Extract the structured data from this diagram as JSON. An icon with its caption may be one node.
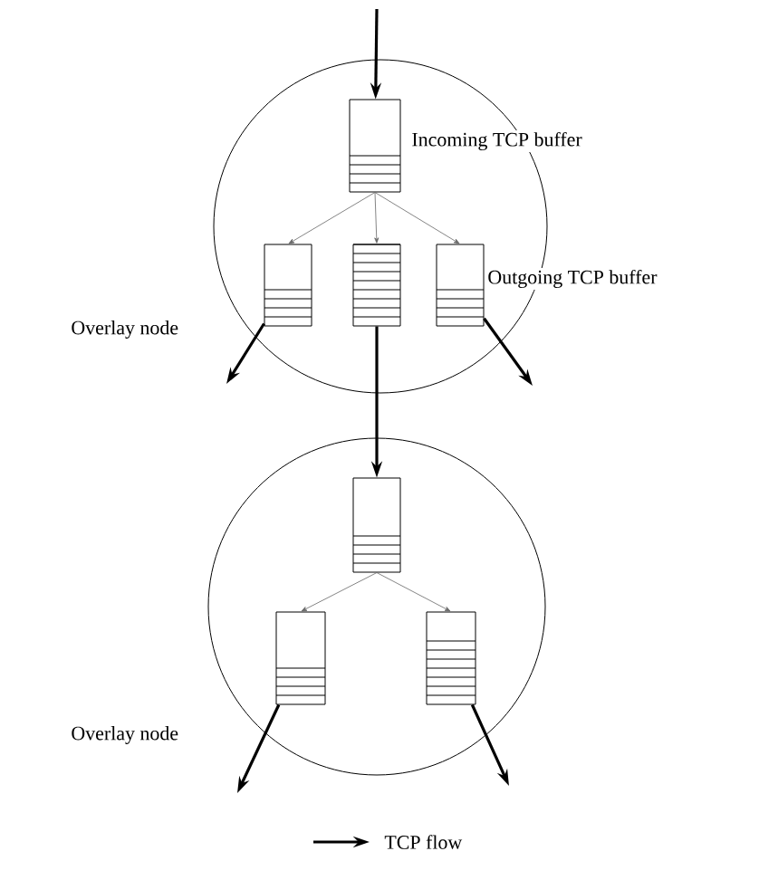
{
  "diagram": {
    "nodes": [
      {
        "text": [],
        "shape": "circle",
        "beside": [
          "Overlay node"
        ]
      },
      {
        "text": [],
        "shape": "box",
        "in": 0,
        "beside": [
          "Incoming TCP buffer"
        ]
      },
      {
        "text": [],
        "shape": "box",
        "in": 0
      },
      {
        "text": [],
        "shape": "box",
        "in": 0
      },
      {
        "text": [],
        "shape": "box",
        "in": 0,
        "beside": [
          "Outgoing TCP buffer"
        ]
      },
      {
        "text": [],
        "shape": "circle",
        "beside": [
          "Overlay node"
        ]
      },
      {
        "text": [],
        "shape": "box",
        "in": 5
      },
      {
        "text": [],
        "shape": "box",
        "in": 5
      },
      {
        "text": [],
        "shape": "box",
        "in": 5
      }
    ],
    "edges": [
      {
        "from": null,
        "to": 1,
        "arrow": "to"
      },
      {
        "from": 1,
        "to": 2,
        "arrow": "to",
        "color": "#666666"
      },
      {
        "from": 1,
        "to": 3,
        "arrow": "to",
        "color": "#666666"
      },
      {
        "from": 1,
        "to": 4,
        "arrow": "to",
        "color": "#666666"
      },
      {
        "from": 2,
        "to": null,
        "arrow": "to"
      },
      {
        "from": 3,
        "to": 6,
        "arrow": "to"
      },
      {
        "from": 4,
        "to": null,
        "arrow": "to"
      },
      {
        "from": 6,
        "to": 7,
        "arrow": "to",
        "color": "#666666"
      },
      {
        "from": 6,
        "to": 8,
        "arrow": "to",
        "color": "#666666"
      },
      {
        "from": 7,
        "to": null,
        "arrow": "to"
      },
      {
        "from": 8,
        "to": null,
        "arrow": "to"
      }
    ],
    "legend": [
      {
        "text": "TCP flow"
      }
    ]
  }
}
